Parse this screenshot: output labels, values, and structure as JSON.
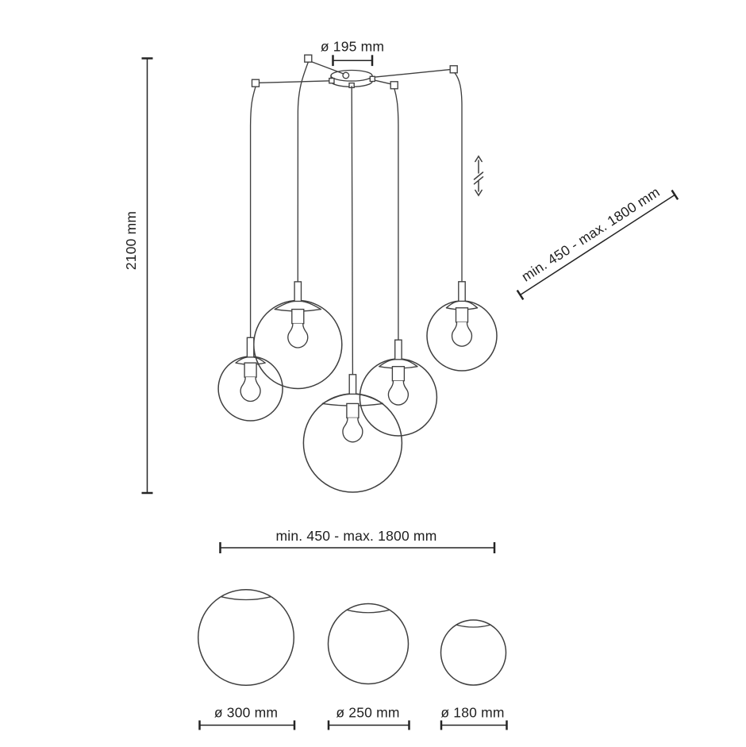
{
  "figure": {
    "colors": {
      "background": "#ffffff",
      "line": "#3f3f3f",
      "dimension": "#242424",
      "text": "#1f1f1f"
    },
    "dimensions": {
      "canopy_diameter": "ø 195 mm",
      "total_height": "2100 mm",
      "cord_length": "min. 450 - max. 1800 mm",
      "spread_width": "min. 450 - max. 1800 mm"
    },
    "shade_sizes": [
      {
        "label": "ø 300 mm"
      },
      {
        "label": "ø 250 mm"
      },
      {
        "label": "ø 180 mm"
      }
    ]
  }
}
